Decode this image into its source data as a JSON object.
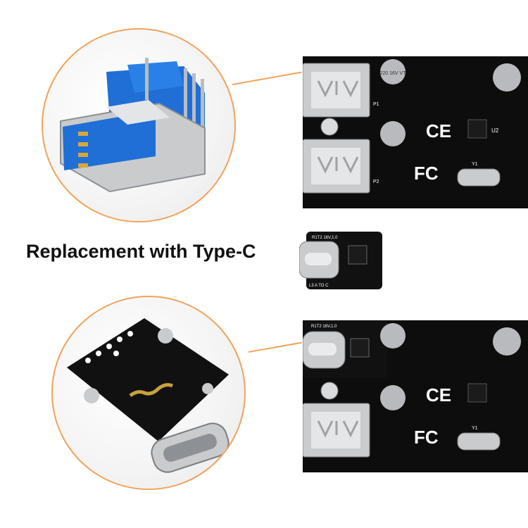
{
  "caption": "Replacement with Type-C",
  "silkscreen": {
    "ce": "CE",
    "fcc": "FC",
    "port1": "P1",
    "port2": "P2",
    "crystal": "Y1",
    "ic": "U2",
    "cap_top": "220 16V VT",
    "module_top": "R1T2 16V,1.0",
    "module_bottom": "L3 A TO C"
  },
  "colors": {
    "accent": "#f2a35a",
    "usb_blue": "#1f6fd6",
    "pcb_black": "#0d0d0d",
    "metal": "#c9cbcd"
  }
}
